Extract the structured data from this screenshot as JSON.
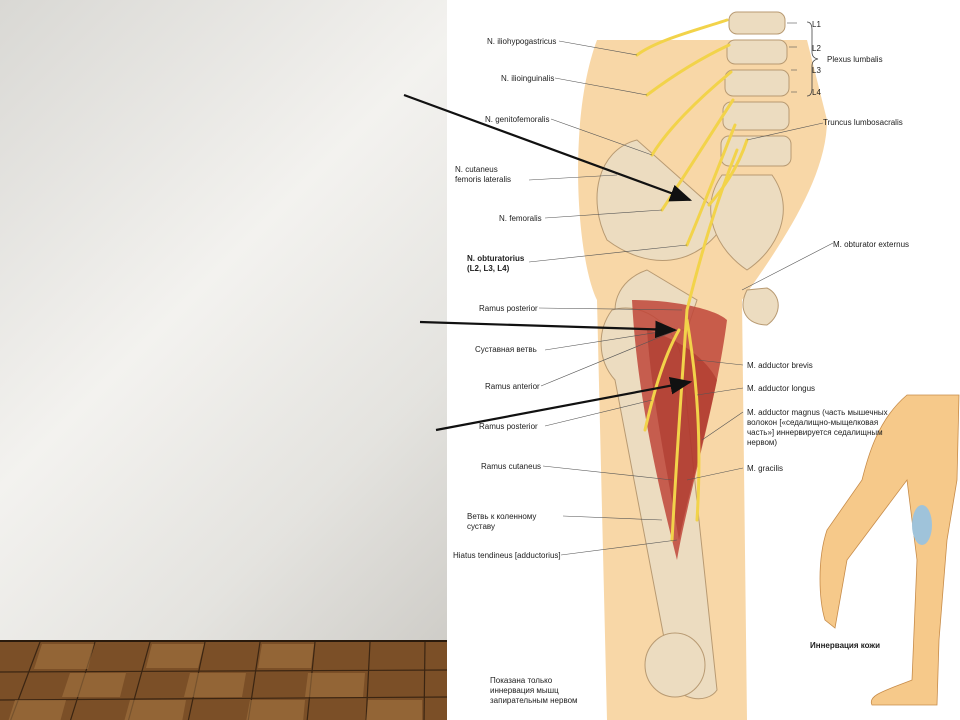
{
  "figure": {
    "labels_left": {
      "iliohypogastricus": "N. iliohypogastricus",
      "ilioinguinalis": "N. ilioinguinalis",
      "genitofemoralis": "N. genitofemoralis",
      "cutaneus_1": "N. cutaneus",
      "cutaneus_2": "femoris lateralis",
      "femoralis": "N. femoralis",
      "obturatorius_1": "N. obturatorius",
      "obturatorius_2": "(L2, L3, L4)",
      "ramus_posterior_1": "Ramus posterior",
      "sustavnaya": "Суставная ветвь",
      "ramus_anterior": "Ramus anterior",
      "ramus_posterior_2": "Ramus posterior",
      "ramus_cutaneus": "Ramus cutaneus",
      "vetv_1": "Ветвь к коленному",
      "vetv_2": "суставу",
      "hiatus": "Hiatus tendineus [adductorius]"
    },
    "labels_right": {
      "L1": "L1",
      "L2": "L2",
      "L3": "L3",
      "L4": "L4",
      "plexus": "Plexus lumbalis",
      "truncus": "Truncus lumbosacralis",
      "obturator_externus": "M. obturator externus",
      "adductor_brevis": "M. adductor brevis",
      "adductor_longus": "M. adductor longus",
      "adductor_magnus_1": "M. adductor magnus (часть мышечных",
      "adductor_magnus_2": "волокон [«седалищно-мыщелковая",
      "adductor_magnus_3": "часть»] иннервируется седалищным",
      "adductor_magnus_4": "нервом)",
      "gracilis": "M. gracilis"
    },
    "inset_caption": "Иннервация кожи",
    "footnote_1": "Показана только",
    "footnote_2": "иннервация мышц",
    "footnote_3": "запирательным нервом"
  },
  "colors": {
    "nerve": "#f2d34a",
    "muscle": "#c0473a",
    "bone": "#ecdcc0",
    "skin": "#f6c98a",
    "skin_zone": "#9fc3da"
  }
}
